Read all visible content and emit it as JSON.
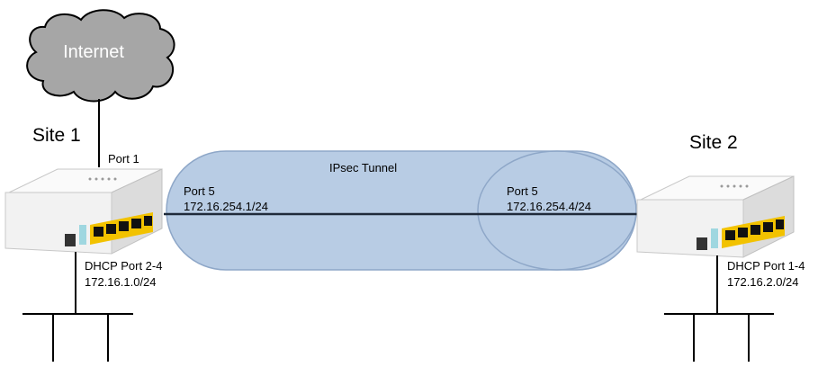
{
  "cloud": {
    "label": "Internet"
  },
  "site1": {
    "title": "Site 1",
    "wan_port": "Port 1",
    "tunnel_port": "Port 5",
    "tunnel_ip": "172.16.254.1/24",
    "lan_port": "DHCP Port 2-4",
    "lan_net": "172.16.1.0/24"
  },
  "site2": {
    "title": "Site 2",
    "tunnel_port": "Port 5",
    "tunnel_ip": "172.16.254.4/24",
    "lan_port": "DHCP Port 1-4",
    "lan_net": "172.16.2.0/24"
  },
  "tunnel": {
    "label": "IPsec Tunnel"
  },
  "colors": {
    "tunnel_fill": "#b8cce4",
    "tunnel_stroke": "#8ea7c8",
    "cloud_fill": "#a6a6a6",
    "router_body": "#f2f2f2",
    "port_accent": "#f2c200"
  }
}
